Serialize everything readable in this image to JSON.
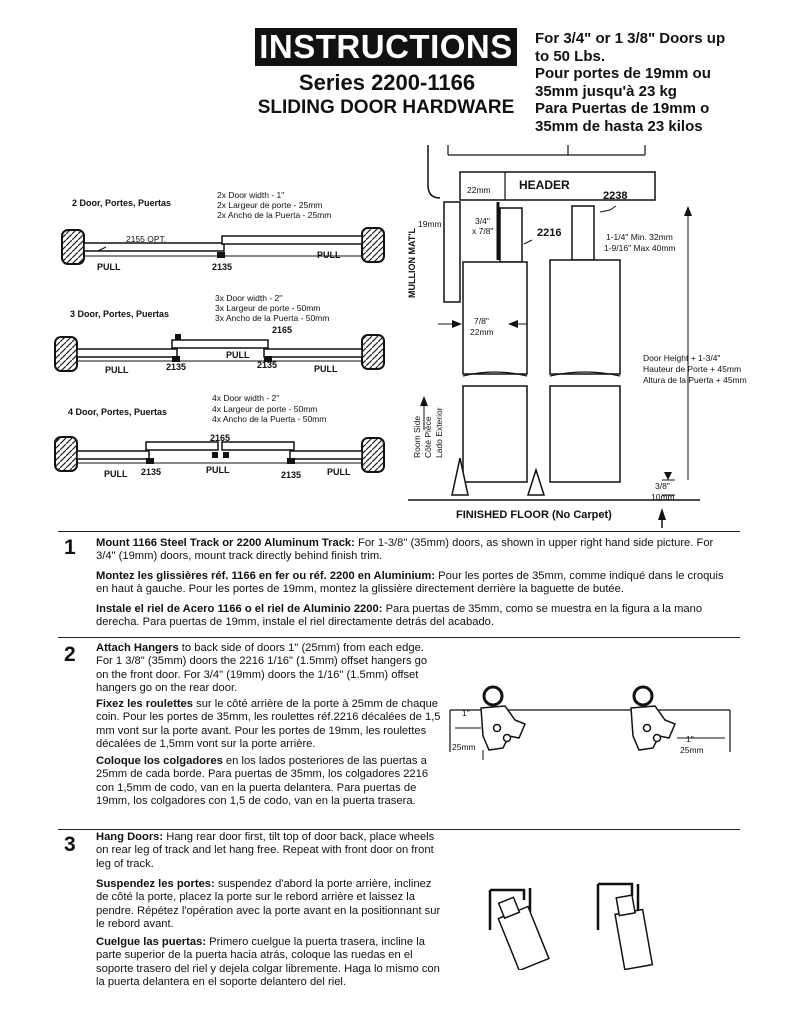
{
  "header": {
    "banner": "INSTRUCTIONS",
    "series": "Series 2200-1166",
    "subtitle": "SLIDING DOOR HARDWARE",
    "weight_lines": [
      "For 3/4\" or 1 3/8\" Doors up",
      "to 50 Lbs.",
      "Pour portes de 19mm ou",
      "35mm jusqu'à 23 kg",
      "Para Puertas de 19mm o",
      "35mm de hasta 23 kilos"
    ]
  },
  "configs": {
    "two": {
      "label": "2 Door, Portes, Puertas",
      "width_lines": [
        "2x Door width - 1\"",
        "2x Largeur de porte - 25mm",
        "2x Ancho de la Puerta - 25mm"
      ],
      "opt": "2155 OPT.",
      "track": "2135",
      "pull": "PULL"
    },
    "three": {
      "label": "3 Door, Portes, Puertas",
      "width_lines": [
        "3x Door width - 2\"",
        "3x Largeur de porte - 50mm",
        "3x Ancho de la Puerta - 50mm"
      ],
      "guide": "2165",
      "track": "2135",
      "pull": "PULL"
    },
    "four": {
      "label": "4 Door, Portes, Puertas",
      "width_lines": [
        "4x Door width - 2\"",
        "4x Largeur de porte - 50mm",
        "4x Ancho de la Puerta - 50mm"
      ],
      "guide": "2165",
      "track": "2135",
      "pull": "PULL"
    }
  },
  "elevation": {
    "header": "HEADER",
    "dim_22": "22mm",
    "part_2238": "2238",
    "dim_19": "19mm",
    "dim_34": "3/4\"",
    "dim_78a": "x 7/8\"",
    "part_2216": "2216",
    "min_line": "1-1/4\" Min. 32mm",
    "max_line": "1-9/16\" Max 40mm",
    "mullion": "MULLION MAT'L",
    "dim_78": "7/8\"",
    "dim_22mm": "22mm",
    "height_lines": [
      "Door Height + 1-3/4\"",
      "Hauteur de Porte + 45mm",
      "Altura de la Puerta + 45mm"
    ],
    "room_side": [
      "Room Side",
      "Côté Pièce",
      "Lado Exterior"
    ],
    "dim_38": "3/8\"",
    "dim_10": "10mm",
    "floor": "FINISHED FLOOR (No Carpet)"
  },
  "steps": [
    {
      "num": "1",
      "en_title": "Mount 1166 Steel Track or 2200 Aluminum Track:",
      "en": "For 1-3/8\" (35mm) doors, as shown in upper right hand side picture. For 3/4\" (19mm) doors, mount track directly behind finish trim.",
      "fr_title": "Montez les glissières réf. 1166 en fer ou réf. 2200 en Aluminium:",
      "fr": "Pour les portes de 35mm, comme indiqué dans le croquis en haut à gauche. Pour les portes de 19mm, montez la glissière directement derrière la baguette de butée.",
      "es_title": "Instale el riel de Acero 1166 o el riel de Aluminio 2200:",
      "es": "Para puertas de 35mm, como se muestra en la figura a la mano derecha. Para puertas de 19mm, instale el riel directamente detrás del acabado."
    },
    {
      "num": "2",
      "en_title": "Attach Hangers",
      "en": "to back side of doors 1\" (25mm) from each edge. For 1 3/8\" (35mm) doors the 2216 1/16\" (1.5mm) offset hangers go on the front door. For 3/4\" (19mm) doors the 1/16\" (1.5mm) offset hangers go on the rear door.",
      "fr_title": "Fixez les roulettes",
      "fr": "sur le côté arrière de la porte à 25mm de chaque coin. Pour les portes de 35mm, les roulettes réf.2216 décalées de 1,5 mm vont sur la porte avant. Pour les portes de 19mm, les roulettes décalées de 1,5mm vont sur la porte arrière.",
      "es_title": "Coloque los colgadores",
      "es": "en los lados posteriores de las puertas a 25mm de cada borde. Para puertas de 35mm, los colgadores 2216 con 1,5mm de codo, van en la puerta delantera. Para puertas de 19mm, los colgadores con 1,5 de codo, van en la puerta trasera.",
      "dim_in": "1\"",
      "dim_mm": "25mm"
    },
    {
      "num": "3",
      "en_title": "Hang Doors:",
      "en": "Hang rear door first, tilt top of door back, place wheels on rear leg of track and let hang free. Repeat with front door on front leg of track.",
      "fr_title": "Suspendez les portes:",
      "fr": "suspendez d'abord la porte arrière, inclinez de côté la porte, placez la porte sur le rebord arrière et laissez la pendre. Répétez l'opération avec la porte avant en la positionnant sur le rebord avant.",
      "es_title": "Cuelgue las puertas:",
      "es": "Primero cuelgue la puerta trasera, incline la parte superior de la puerta hacia atrás, coloque las ruedas en el soporte trasero del riel y dejela colgar libremente. Haga lo mismo con la puerta delantera en el soporte delantero del riel."
    }
  ]
}
